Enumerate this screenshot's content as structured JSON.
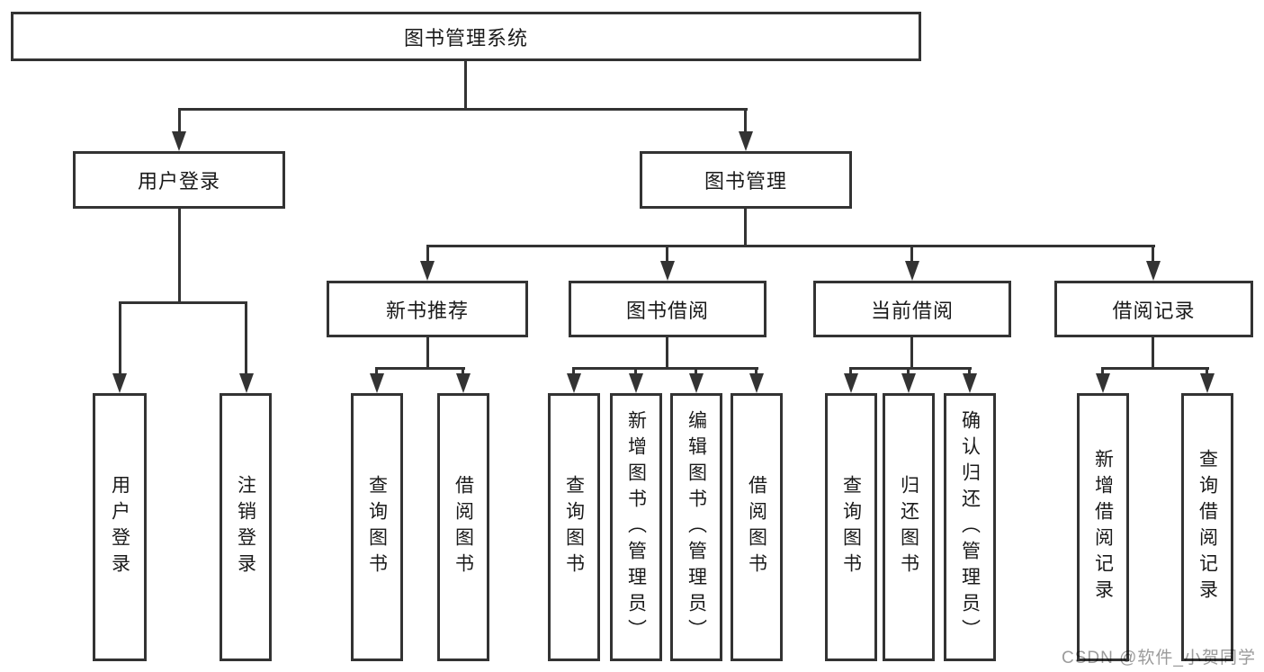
{
  "diagram_title": "图书管理系统",
  "colors": {
    "line": "#333333",
    "background": "#ffffff",
    "text": "#1a1a1a",
    "watermark": "#9b9b9b"
  },
  "tree": {
    "root": {
      "label": "图书管理系统"
    },
    "children": [
      {
        "label": "用户登录",
        "children": [
          {
            "label": "用户登录"
          },
          {
            "label": "注销登录"
          }
        ]
      },
      {
        "label": "图书管理",
        "children": [
          {
            "label": "新书推荐",
            "children": [
              {
                "label": "查询图书"
              },
              {
                "label": "借阅图书"
              }
            ]
          },
          {
            "label": "图书借阅",
            "children": [
              {
                "label": "查询图书"
              },
              {
                "label": "新增图书（管理员）"
              },
              {
                "label": "编辑图书（管理员）"
              },
              {
                "label": "借阅图书"
              }
            ]
          },
          {
            "label": "当前借阅",
            "children": [
              {
                "label": "查询图书"
              },
              {
                "label": "归还图书"
              },
              {
                "label": "确认归还（管理员）"
              }
            ]
          },
          {
            "label": "借阅记录",
            "children": [
              {
                "label": "新增借阅记录"
              },
              {
                "label": "查询借阅记录"
              }
            ]
          }
        ]
      }
    ]
  },
  "watermark": {
    "text": "CSDN @软件_小贺同学"
  }
}
